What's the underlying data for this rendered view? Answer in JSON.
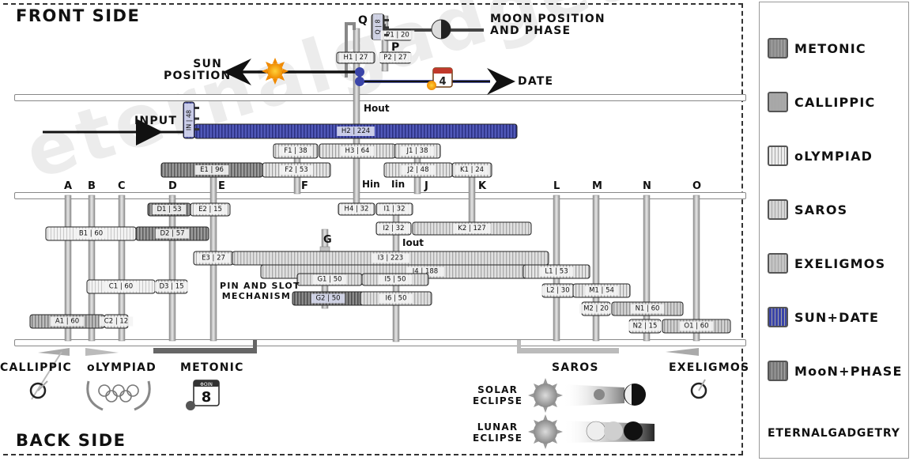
{
  "labels": {
    "front_side": "FRONT SIDE",
    "back_side": "BACK SIDE",
    "moon_position": "MOON POSITION\nAND PHASE",
    "sun_position": "SUN\nPOSITION",
    "date": "DATE",
    "input": "INPUT",
    "pin_slot": "PIN AND SLOT\nMECHANISM",
    "h_out": "Hout",
    "h_in": "Hin",
    "i_in": "Iin",
    "i_out": "Iout",
    "q": "Q",
    "p": "P",
    "g": "G",
    "watermark": "eternalgadgetry"
  },
  "axis_letters": [
    "A",
    "B",
    "C",
    "D",
    "E",
    "F",
    "J",
    "K",
    "L",
    "M",
    "N",
    "O"
  ],
  "back_dials": {
    "callippic": "CALLIPPIC",
    "olympiad": "oLYMPIAD",
    "metonic": "METONIC",
    "saros": "SAROS",
    "exeligmos": "EXELIGMOS",
    "solar_eclipse": "SOLAR\nECLIPSE",
    "lunar_eclipse": "LUNAR\nECLIPSE",
    "calendar_front_day": "4",
    "calendar_back_day": "8",
    "calendar_back_month": "ΦΟΙΝ"
  },
  "gears": {
    "Q": "Q | 8",
    "P1": "P1 | 20",
    "H1": "H1 | 27",
    "P2": "P2 | 27",
    "IN": "IN | 48",
    "H2": "H2 | 224",
    "F1": "F1 | 38",
    "H3": "H3 | 64",
    "J1": "J1 | 38",
    "E1": "E1 | 96",
    "F2": "F2 | 53",
    "J2": "J2 | 48",
    "K1": "K1 | 24",
    "D1": "D1 | 53",
    "E2": "E2 | 15",
    "H4": "H4 | 32",
    "I1": "I1 | 32",
    "B1": "B1 | 60",
    "D2": "D2 | 57",
    "I2": "I2 | 32",
    "K2": "K2 | 127",
    "E3": "E3 | 27",
    "I3": "I3 | 223",
    "I4": "I4 | 188",
    "L1": "L1 | 53",
    "G1": "G1 | 50",
    "I5": "I5 | 50",
    "C1": "C1 | 60",
    "D3": "D3 | 15",
    "L2": "L2 | 30",
    "M1": "M1 | 54",
    "G2": "G2 | 50",
    "I6": "I6 | 50",
    "M2": "M2 | 20",
    "N1": "N1 | 60",
    "A1": "A1 | 60",
    "C2": "C2 | 12",
    "N2": "N2 | 15",
    "O1": "O1 | 60"
  },
  "legend": [
    {
      "label": "METONIC",
      "color": "#8a8a8a"
    },
    {
      "label": "CALLIPPIC",
      "color": "#a8a8a8"
    },
    {
      "label": "oLYMPIAD",
      "color": "#ececec"
    },
    {
      "label": "SAROS",
      "color": "#d6d6d6"
    },
    {
      "label": "EXELIGMOS",
      "color": "#c4c4c4"
    },
    {
      "label": "SUN+DATE",
      "color": "#3a44a8"
    },
    {
      "label": "MooN+PHASE",
      "color": "#7a7a7a"
    }
  ],
  "brand": "ETERNALGADGETRY"
}
